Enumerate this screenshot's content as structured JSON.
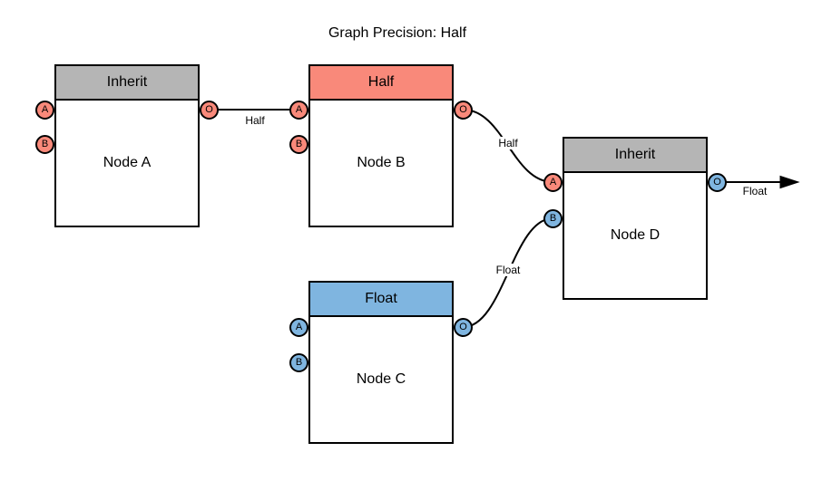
{
  "title": "Graph Precision: Half",
  "colors": {
    "half_red": "#f9897a",
    "float_blue": "#7fb5e0",
    "inherit_gray": "#b5b5b5",
    "line_black": "#000000",
    "background": "#ffffff"
  },
  "nodes": [
    {
      "name": "Node A",
      "precision_label": "Inherit",
      "ports": {
        "a": "A",
        "b": "B",
        "o": "O"
      }
    },
    {
      "name": "Node B",
      "precision_label": "Half",
      "ports": {
        "a": "A",
        "b": "B",
        "o": "O"
      }
    },
    {
      "name": "Node C",
      "precision_label": "Float",
      "ports": {
        "a": "A",
        "b": "B",
        "o": "O"
      }
    },
    {
      "name": "Node D",
      "precision_label": "Inherit",
      "ports": {
        "a": "A",
        "b": "B",
        "o": "O"
      }
    }
  ],
  "edges": [
    {
      "from": "Node A.O",
      "to": "Node B.A",
      "label": "Half"
    },
    {
      "from": "Node B.O",
      "to": "Node D.A",
      "label": "Half"
    },
    {
      "from": "Node C.O",
      "to": "Node D.B",
      "label": "Float"
    },
    {
      "from": "Node D.O",
      "to": "graph-output",
      "label": "Float"
    }
  ]
}
